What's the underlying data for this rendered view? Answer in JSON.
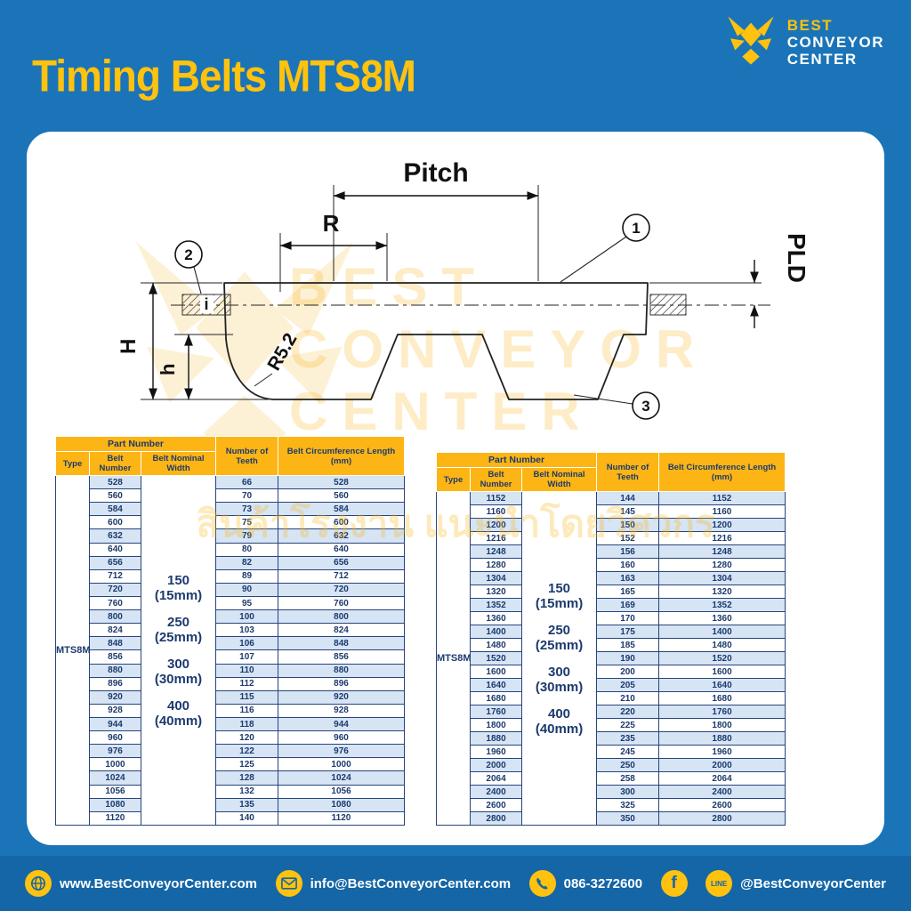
{
  "page": {
    "title": "Timing Belts MTS8M"
  },
  "logo": {
    "line1": "BEST",
    "line2": "CONVEYOR",
    "line3": "CENTER"
  },
  "watermark": {
    "line1": "BEST",
    "line2": "CONVEYOR",
    "line3": "CENTER",
    "thai": "สินค้าโรงงาน แนะนำโดยวิศวกร"
  },
  "diagram": {
    "labels": {
      "pitch": "Pitch",
      "r": "R",
      "pld": "PLD",
      "H": "H",
      "h": "h",
      "i": "i",
      "r52": "R5.2",
      "c1": "1",
      "c2": "2",
      "c3": "3"
    }
  },
  "tables": [
    {
      "headers": {
        "part_number": "Part Number",
        "type": "Type",
        "belt_number": "Belt Number",
        "belt_width": "Belt Nominal Width",
        "teeth": "Number of Teeth",
        "circumference": "Belt Circumference Length (mm)"
      },
      "type": "MTS8M",
      "widths": [
        "150\n(15mm)",
        "250\n(25mm)",
        "300\n(30mm)",
        "400\n(40mm)"
      ],
      "rows": [
        [
          528,
          66,
          528
        ],
        [
          560,
          70,
          560
        ],
        [
          584,
          73,
          584
        ],
        [
          600,
          75,
          600
        ],
        [
          632,
          79,
          632
        ],
        [
          640,
          80,
          640
        ],
        [
          656,
          82,
          656
        ],
        [
          712,
          89,
          712
        ],
        [
          720,
          90,
          720
        ],
        [
          760,
          95,
          760
        ],
        [
          800,
          100,
          800
        ],
        [
          824,
          103,
          824
        ],
        [
          848,
          106,
          848
        ],
        [
          856,
          107,
          856
        ],
        [
          880,
          110,
          880
        ],
        [
          896,
          112,
          896
        ],
        [
          920,
          115,
          920
        ],
        [
          928,
          116,
          928
        ],
        [
          944,
          118,
          944
        ],
        [
          960,
          120,
          960
        ],
        [
          976,
          122,
          976
        ],
        [
          1000,
          125,
          1000
        ],
        [
          1024,
          128,
          1024
        ],
        [
          1056,
          132,
          1056
        ],
        [
          1080,
          135,
          1080
        ],
        [
          1120,
          140,
          1120
        ]
      ]
    },
    {
      "headers": {
        "part_number": "Part Number",
        "type": "Type",
        "belt_number": "Belt Number",
        "belt_width": "Belt Nominal Width",
        "teeth": "Number of Teeth",
        "circumference": "Belt Circumference Length (mm)"
      },
      "type": "MTS8M",
      "widths": [
        "150\n(15mm)",
        "250\n(25mm)",
        "300\n(30mm)",
        "400\n(40mm)"
      ],
      "rows": [
        [
          1152,
          144,
          1152
        ],
        [
          1160,
          145,
          1160
        ],
        [
          1200,
          150,
          1200
        ],
        [
          1216,
          152,
          1216
        ],
        [
          1248,
          156,
          1248
        ],
        [
          1280,
          160,
          1280
        ],
        [
          1304,
          163,
          1304
        ],
        [
          1320,
          165,
          1320
        ],
        [
          1352,
          169,
          1352
        ],
        [
          1360,
          170,
          1360
        ],
        [
          1400,
          175,
          1400
        ],
        [
          1480,
          185,
          1480
        ],
        [
          1520,
          190,
          1520
        ],
        [
          1600,
          200,
          1600
        ],
        [
          1640,
          205,
          1640
        ],
        [
          1680,
          210,
          1680
        ],
        [
          1760,
          220,
          1760
        ],
        [
          1800,
          225,
          1800
        ],
        [
          1880,
          235,
          1880
        ],
        [
          1960,
          245,
          1960
        ],
        [
          2000,
          250,
          2000
        ],
        [
          2064,
          258,
          2064
        ],
        [
          2400,
          300,
          2400
        ],
        [
          2600,
          325,
          2600
        ],
        [
          2800,
          350,
          2800
        ]
      ]
    }
  ],
  "footer": {
    "items": [
      {
        "icon": "globe-icon",
        "text": "www.BestConveyorCenter.com"
      },
      {
        "icon": "mail-icon",
        "text": "info@BestConveyorCenter.com"
      },
      {
        "icon": "phone-icon",
        "text": "086-3272600"
      },
      {
        "icon": "facebook-icon",
        "text": ""
      },
      {
        "icon": "line-icon",
        "text": "@BestConveyorCenter"
      }
    ]
  },
  "colors": {
    "blue": "#1b74b8",
    "footer_blue": "#1566a6",
    "accent_yellow": "#ffc20e",
    "header_yellow": "#fcb514",
    "navy_text": "#1c3a6e",
    "row_alt": "#d6e4f4"
  }
}
